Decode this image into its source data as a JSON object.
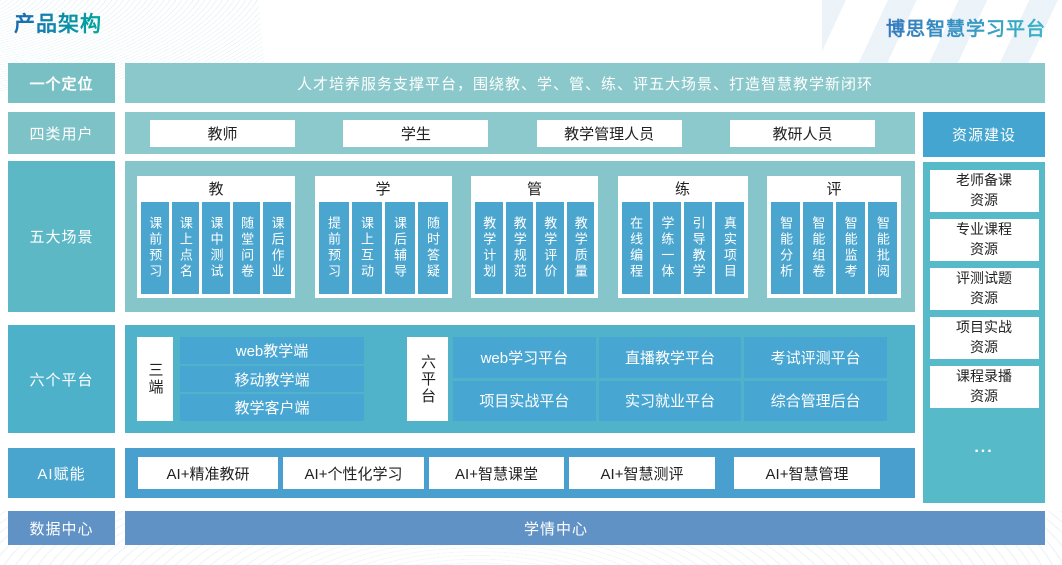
{
  "page": {
    "title": "产品架构",
    "brand": "博思智慧学习平台"
  },
  "rows": {
    "positioning": {
      "label": "一个定位",
      "text": "人才培养服务支撑平台，围绕教、学、管、练、评五大场景、打造智慧教学新闭环"
    },
    "users": {
      "label": "四类用户",
      "items": [
        "教师",
        "学生",
        "教学管理人员",
        "教研人员"
      ]
    },
    "scenarios": {
      "label": "五大场景",
      "groups": [
        {
          "title": "教",
          "items": [
            "课前预习",
            "课上点名",
            "课中测试",
            "随堂问卷",
            "课后作业"
          ]
        },
        {
          "title": "学",
          "items": [
            "提前预习",
            "课上互动",
            "课后辅导",
            "随时答疑"
          ]
        },
        {
          "title": "管",
          "items": [
            "教学计划",
            "教学规范",
            "教学评价",
            "教学质量"
          ]
        },
        {
          "title": "练",
          "items": [
            "在线编程",
            "学练一体",
            "引导教学",
            "真实项目"
          ]
        },
        {
          "title": "评",
          "items": [
            "智能分析",
            "智能组卷",
            "智能监考",
            "智能批阅"
          ]
        }
      ]
    },
    "platforms": {
      "label": "六个平台",
      "ends": {
        "title": "三端",
        "items": [
          "web教学端",
          "移动教学端",
          "教学客户端"
        ]
      },
      "six": {
        "title": "六平台",
        "items": [
          "web学习平台",
          "直播教学平台",
          "考试评测平台",
          "项目实战平台",
          "实习就业平台",
          "综合管理后台"
        ]
      }
    },
    "ai": {
      "label": "AI赋能",
      "items": [
        "AI+精准教研",
        "AI+个性化学习",
        "AI+智慧课堂",
        "AI+智慧测评",
        "AI+智慧管理"
      ]
    },
    "data": {
      "label": "数据中心",
      "text": "学情中心"
    }
  },
  "sidebar": {
    "title": "资源建设",
    "items": [
      [
        "老师备课",
        "资源"
      ],
      [
        "专业课程",
        "资源"
      ],
      [
        "评测试题",
        "资源"
      ],
      [
        "项目实战",
        "资源"
      ],
      [
        "课程录播",
        "资源"
      ]
    ],
    "more": "..."
  },
  "colors": {
    "label_teal": "#79c0c4",
    "content_teal": "#8bc8cb",
    "scenario_cyan": "#5cb8c5",
    "platform_cyan": "#50b3ca",
    "ai_blue": "#49a0ce",
    "data_steel_blue": "#6092c6",
    "item_blue": "#4aa5cf",
    "sidebar_header_blue": "#43a5d0",
    "sidebar_body_cyan": "#57bac9",
    "title_gradient_start": "#1a6ab5",
    "title_gradient_end": "#00a79c",
    "brand_gradient_start": "#3579be",
    "brand_gradient_end": "#3cb4c8"
  }
}
